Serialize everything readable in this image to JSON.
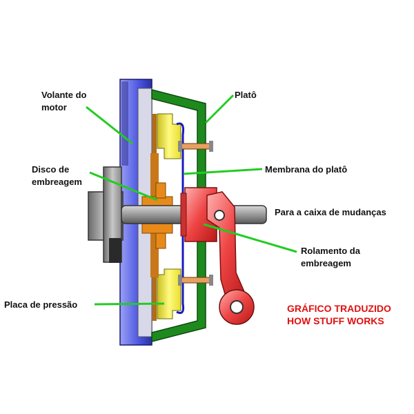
{
  "labels": {
    "volante_1": "Volante do",
    "volante_2": "motor",
    "disco_1": "Disco de",
    "disco_2": "embreagem",
    "placa": "Placa de pressão",
    "plato": "Platô",
    "membrana": "Membrana do platô",
    "caixa": "Para a caixa de mudanças",
    "rolamento_1": "Rolamento da",
    "rolamento_2": "embreagem"
  },
  "credit": {
    "line1": "GRÁFICO TRADUZIDO",
    "line2": "HOW STUFF WORKS"
  },
  "colors": {
    "flywheel": "#4a55e0",
    "hub": "#9a9a9a",
    "clutch_disc": "#e88a1a",
    "pressure_plate": "#f2ee3a",
    "cover": "#1e8a1e",
    "diaphragm": "#1a1ab8",
    "bearing": "#e83a3a",
    "shaft": "#8c8c8c",
    "leader_line": "#22cc22",
    "credit_text": "#e01010"
  }
}
